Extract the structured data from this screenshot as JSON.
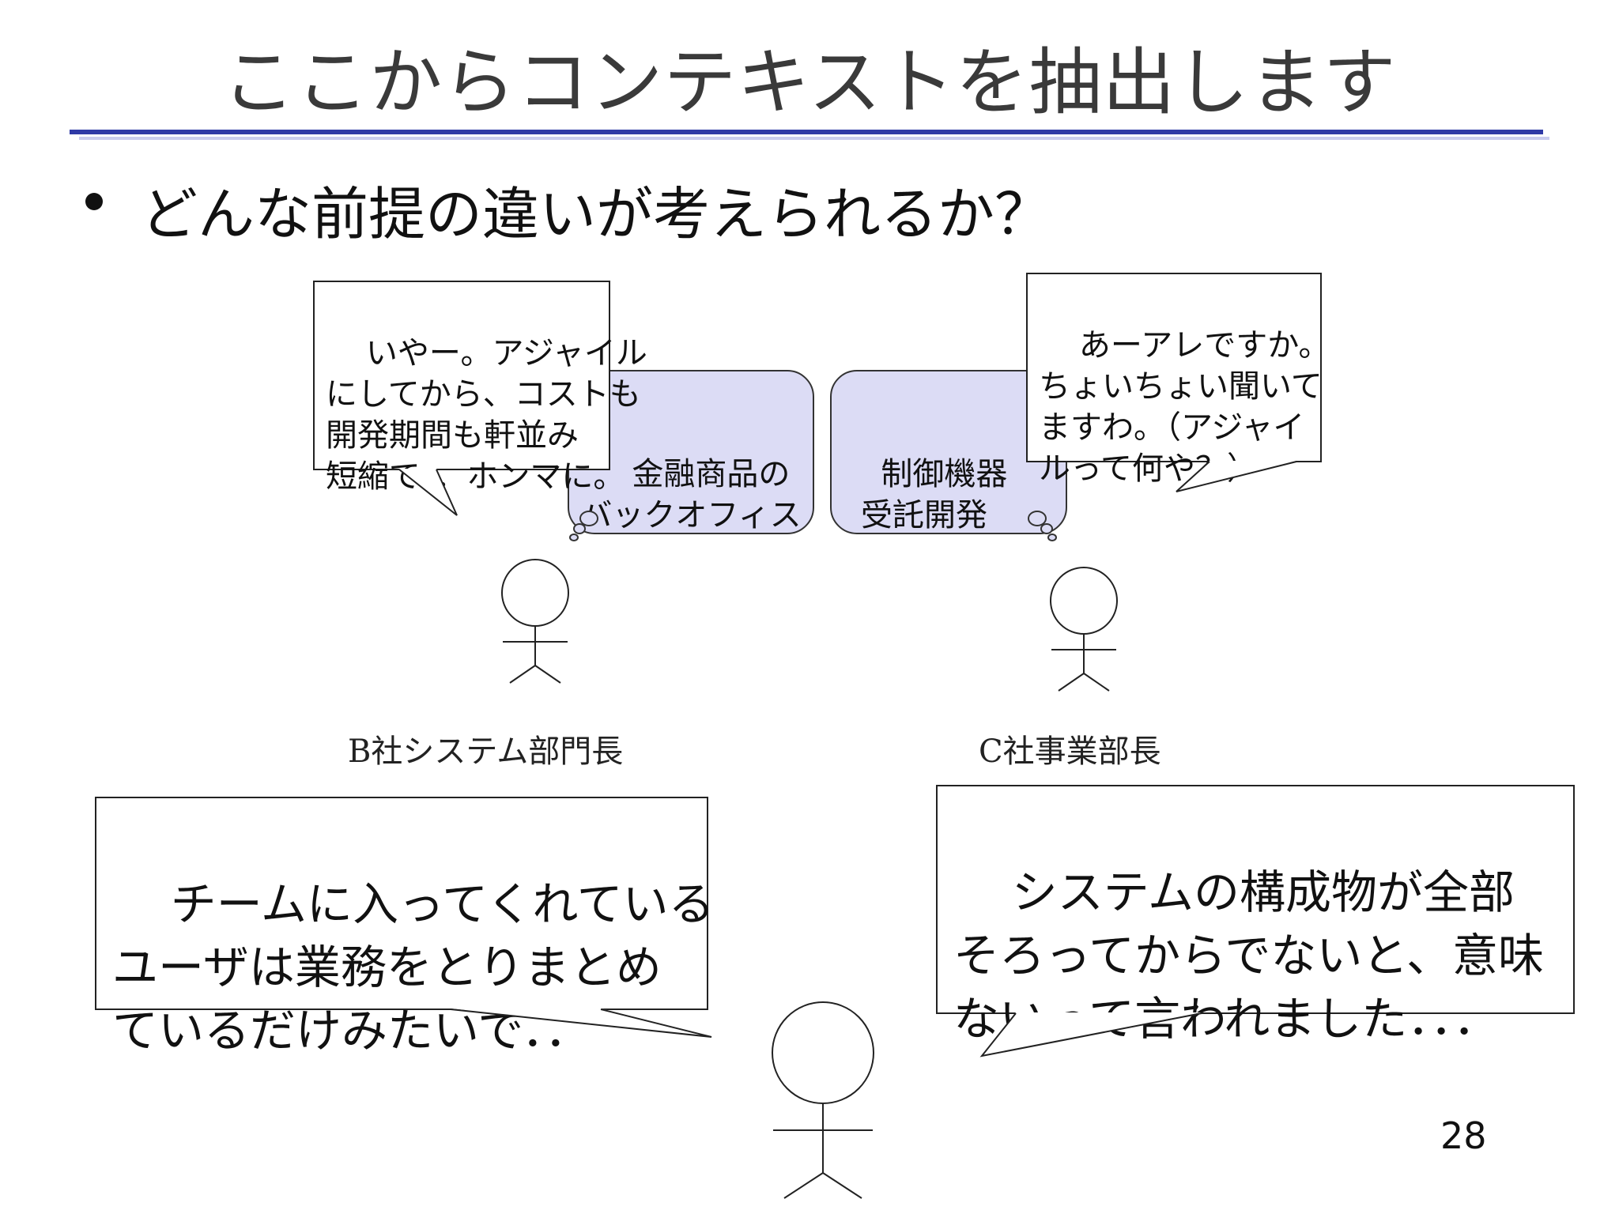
{
  "slide": {
    "title": "ここからコンテキストを抽出します",
    "bullet": "どんな前提の違いが考えられるか？",
    "page_number": "28"
  },
  "thoughts": {
    "left": "金融商品の\nバックオフィス",
    "right": "制御機器\n受託開発"
  },
  "callouts": {
    "b_company_small": "いやー。アジャイル\nにしてから、コストも\n開発期間も軒並み\n短縮で．．ホンマに。",
    "c_company_small": "あーアレですか。\nちょいちょい聞いて\nますわ。（アジャイ\nルって何や？）",
    "bottom_left": "チームに入ってくれている\nユーザは業務をとりまとめ\nているだけみたいで．．",
    "bottom_right": "システムの構成物が全部\nそろってからでないと、意味\nないって言われました．．．"
  },
  "roles": {
    "b_company": "B社システム部門長",
    "c_company": "C社事業部長"
  },
  "colors": {
    "title_rule": "#2f3aa6",
    "thought_fill": "#dcdcf5"
  }
}
